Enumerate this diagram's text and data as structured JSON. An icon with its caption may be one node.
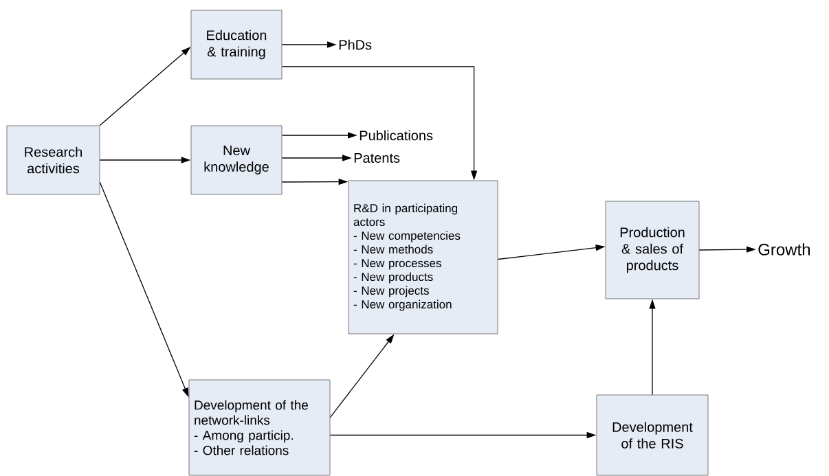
{
  "diagram": {
    "nodes": [
      {
        "text": [
          "Research activities"
        ]
      },
      {
        "text": [
          "Education & training"
        ]
      },
      {
        "text": [
          "New knowledge"
        ]
      },
      {
        "text": [
          "PhDs"
        ]
      },
      {
        "text": [
          "Publications"
        ]
      },
      {
        "text": [
          "Patents"
        ]
      },
      {
        "text": [
          "R&D in participating actors",
          "- New competencies",
          "- New methods",
          "- New processes",
          "- New products",
          "- New projects",
          "- New organization"
        ]
      },
      {
        "text": [
          "Production & sales of products"
        ]
      },
      {
        "text": [
          "Growth"
        ]
      },
      {
        "text": [
          "Development of the network-links",
          "- Among particip.",
          "- Other relations"
        ]
      },
      {
        "text": [
          "Development of the RIS"
        ]
      }
    ],
    "edges": [
      {
        "from": 0,
        "to": 1,
        "arrow": "to"
      },
      {
        "from": 0,
        "to": 2,
        "arrow": "to"
      },
      {
        "from": 0,
        "to": 9,
        "arrow": "to"
      },
      {
        "from": 1,
        "to": 3,
        "arrow": "to"
      },
      {
        "from": 1,
        "to": 6,
        "arrow": "to"
      },
      {
        "from": 2,
        "to": 4,
        "arrow": "to"
      },
      {
        "from": 2,
        "to": 5,
        "arrow": "to"
      },
      {
        "from": 2,
        "to": 6,
        "arrow": "to"
      },
      {
        "from": 6,
        "to": 7,
        "arrow": "to"
      },
      {
        "from": 7,
        "to": 8,
        "arrow": "to"
      },
      {
        "from": 9,
        "to": 6,
        "arrow": "to"
      },
      {
        "from": 9,
        "to": 10,
        "arrow": "to"
      },
      {
        "from": 10,
        "to": 7,
        "arrow": "to"
      }
    ]
  }
}
